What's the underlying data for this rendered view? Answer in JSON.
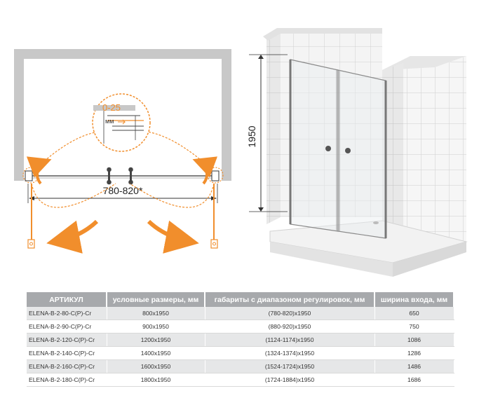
{
  "plan": {
    "adjust_label": "0-25",
    "adjust_unit": "мм",
    "width_label": "780-820*"
  },
  "scene": {
    "height_label": "1950"
  },
  "table": {
    "headers": [
      "АРТИКУЛ",
      "условные размеры, мм",
      "габариты с диапазоном регулировок, мм",
      "ширина входа, мм"
    ],
    "rows": [
      [
        "ELENA-B-2-80-C(P)-Cr",
        "800x1950",
        "(780-820)x1950",
        "650"
      ],
      [
        "ELENA-B-2-90-C(P)-Cr",
        "900x1950",
        "(880-920)x1950",
        "750"
      ],
      [
        "ELENA-B-2-120-C(P)-Cr",
        "1200x1950",
        "(1124-1174)x1950",
        "1086"
      ],
      [
        "ELENA-B-2-140-C(P)-Cr",
        "1400x1950",
        "(1324-1374)x1950",
        "1286"
      ],
      [
        "ELENA-B-2-160-C(P)-Cr",
        "1600x1950",
        "(1524-1724)x1950",
        "1486"
      ],
      [
        "ELENA-B-2-180-C(P)-Cr",
        "1800x1950",
        "(1724-1884)x1950",
        "1686"
      ]
    ]
  },
  "colors": {
    "accent": "#f18e2c",
    "wall": "#c8c8c8",
    "header_bg": "#a7a9ac"
  }
}
